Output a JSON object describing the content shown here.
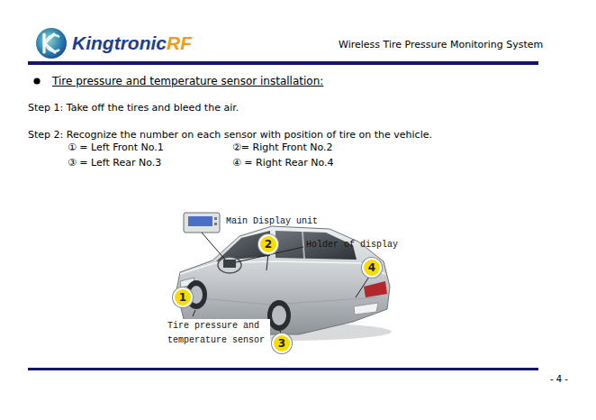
{
  "diagram": {
    "title": "Tire pressure and temperature sensor installation:",
    "nodes": [
      {
        "text": [
          "2"
        ]
      },
      {
        "text": [
          "4"
        ]
      },
      {
        "text": [
          "1"
        ]
      },
      {
        "text": [
          "3"
        ]
      }
    ],
    "labels": [
      "Kingtronic",
      "RF",
      "Wireless Tire Pressure Monitoring System",
      "Step 1: Take off the tires and bleed the air.",
      "Step 2: Recognize the number on each sensor with position of tire on the vehicle.",
      "① = Left Front No.1",
      "②= Right Front No.2",
      "③ = Left Rear No.3",
      "④ = Right Rear No.4",
      "Main Display unit",
      "Holder of display",
      "Tire pressure and temperature sensor",
      "- 4 -"
    ]
  }
}
